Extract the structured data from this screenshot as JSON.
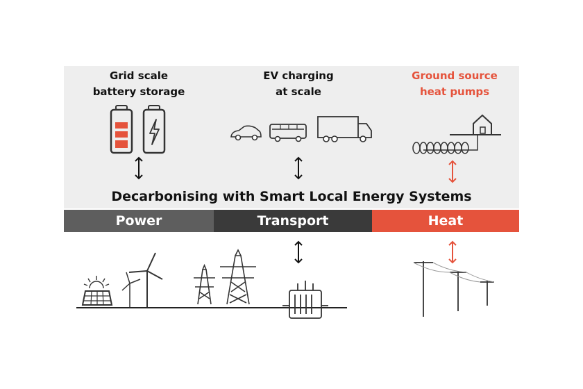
{
  "top_items": [
    {
      "label": "Grid scale\nbattery storage",
      "icon": "battery-icon"
    },
    {
      "label": "EV charging\nat scale",
      "icon": "vehicles-icon"
    },
    {
      "label": "Ground source\nheat pumps",
      "icon": "heat-pump-icon"
    }
  ],
  "headline": "Decarbonising with Smart Local Energy Systems",
  "categories": [
    {
      "label": "Power",
      "color": "#5e5e5e"
    },
    {
      "label": "Transport",
      "color": "#3a3a3a"
    },
    {
      "label": "Heat",
      "color": "#e5533c"
    }
  ],
  "colors": {
    "accent": "#e5533c",
    "panel": "#eeeeee",
    "ink": "#111111"
  },
  "bottom_icons": [
    "solar-panel-icon",
    "wind-turbine-icon",
    "pylon-icon",
    "transformer-icon",
    "utility-pole-icon"
  ]
}
